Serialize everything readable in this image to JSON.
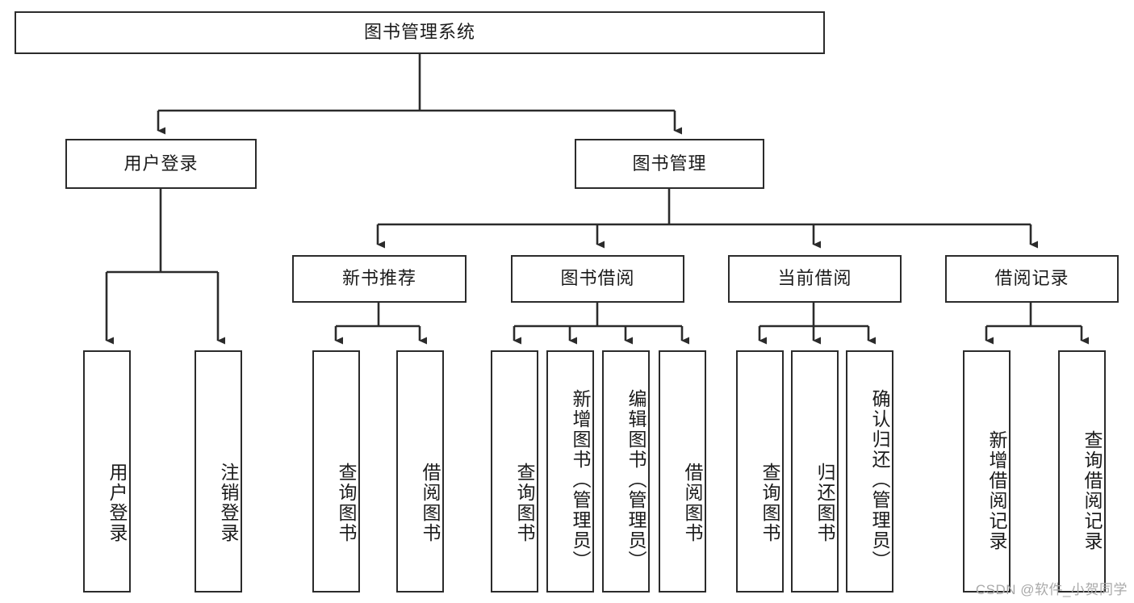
{
  "diagram": {
    "title": "图书管理系统",
    "type": "function-hierarchy-tree",
    "colors": {
      "stroke": "#2b2b2b",
      "fill": "#ffffff",
      "background": "#ffffff",
      "watermark": "#a9a9a9"
    },
    "root": {
      "label": "图书管理系统"
    },
    "level2": [
      {
        "label": "用户登录"
      },
      {
        "label": "图书管理"
      }
    ],
    "level3": [
      {
        "label": "新书推荐"
      },
      {
        "label": "图书借阅"
      },
      {
        "label": "当前借阅"
      },
      {
        "label": "借阅记录"
      }
    ],
    "leaves": {
      "user_login": [
        {
          "label": "用户登录"
        },
        {
          "label": "注销登录"
        }
      ],
      "new_book_recommend": [
        {
          "label": "查询图书"
        },
        {
          "label": "借阅图书"
        }
      ],
      "book_borrow": [
        {
          "label": "查询图书"
        },
        {
          "label": "新增图书（管理员）"
        },
        {
          "label": "编辑图书（管理员）"
        },
        {
          "label": "借阅图书"
        }
      ],
      "current_borrow": [
        {
          "label": "查询图书"
        },
        {
          "label": "归还图书"
        },
        {
          "label": "确认归还（管理员）"
        }
      ],
      "borrow_record": [
        {
          "label": "新增借阅记录"
        },
        {
          "label": "查询借阅记录"
        }
      ]
    }
  },
  "watermark": {
    "text": "CSDN @软件_小贺同学"
  }
}
